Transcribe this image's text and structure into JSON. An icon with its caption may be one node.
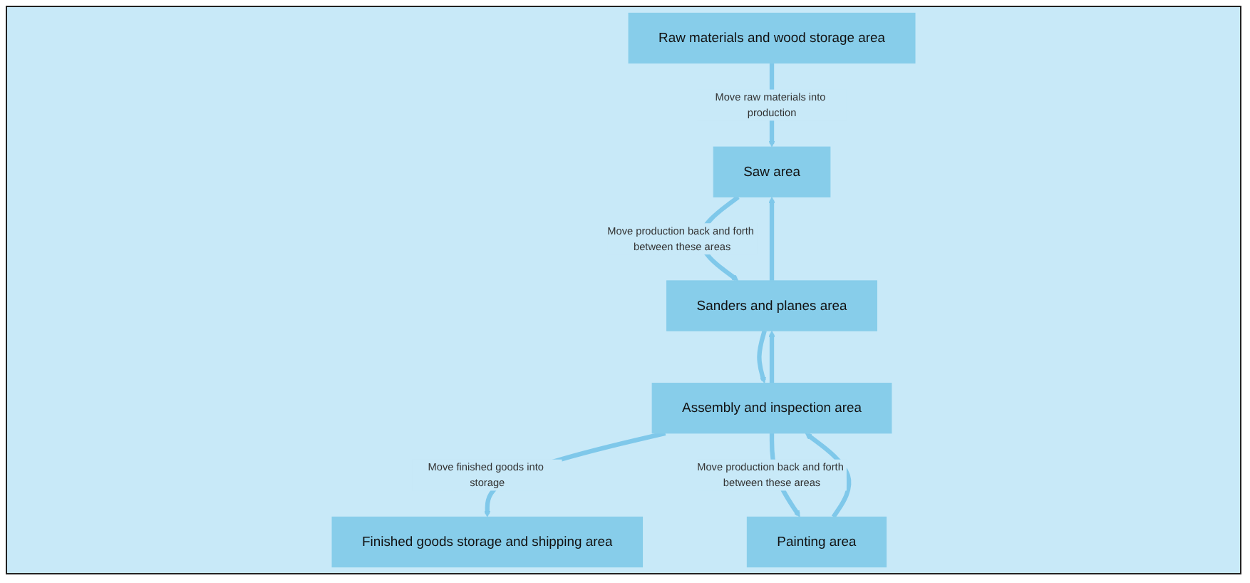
{
  "diagram": {
    "nodes": [
      {
        "text": [
          "Raw materials and wood storage area"
        ]
      },
      {
        "text": [
          "Saw area"
        ]
      },
      {
        "text": [
          "Sanders and planes area"
        ]
      },
      {
        "text": [
          "Finished goods storage and shipping area"
        ]
      },
      {
        "text": [
          "Assembly and inspection area"
        ]
      },
      {
        "text": [
          "Painting area"
        ]
      }
    ],
    "edges": [
      {
        "from": 0,
        "to": 1,
        "arrow": "to",
        "label": "Move raw materials into production"
      },
      {
        "from": 1,
        "to": 2,
        "arrow": "to",
        "label": "Move production back and forth between these areas"
      },
      {
        "from": 2,
        "to": 1,
        "arrow": "to"
      },
      {
        "from": 2,
        "to": 4,
        "arrow": "to"
      },
      {
        "from": 4,
        "to": 2,
        "arrow": "to"
      },
      {
        "from": 4,
        "to": 3,
        "arrow": "to",
        "label": "Move finished goods into storage"
      },
      {
        "from": 4,
        "to": 5,
        "arrow": "to",
        "label": "Move production back and forth between these areas"
      },
      {
        "from": 5,
        "to": 4,
        "arrow": "to"
      }
    ]
  }
}
